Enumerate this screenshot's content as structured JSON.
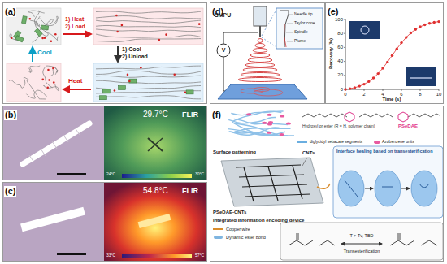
{
  "diagram": {
    "nodes": [
      {
        "text": [
          "(a)"
        ]
      },
      {
        "text": [
          "(b)"
        ]
      },
      {
        "text": [
          "(c)"
        ]
      },
      {
        "text": [
          "(d)"
        ]
      },
      {
        "text": [
          "(e)"
        ]
      },
      {
        "text": [
          "(f)"
        ]
      }
    ],
    "labels": [
      "1) Heat",
      "2) Load",
      "Cool",
      "1) Cool",
      "2) Unload",
      "Heat",
      "29.7°C",
      "FLIR",
      "24°C",
      "30°C",
      "54.8°C",
      "FLIR",
      "33°C",
      "57°C",
      "SMPU",
      "V",
      "Needle tip",
      "Taylor cone",
      "Spindle",
      "Plume",
      "0",
      "20",
      "40",
      "60",
      "80",
      "100",
      "0",
      "2",
      "4",
      "6",
      "8",
      "10",
      "Recovery (%)",
      "Time (s)",
      "PSeDAE",
      "Hydroxyl or ester (R = H, polymer chain)",
      "Surface patterning",
      "CNTs",
      "PSeDAE-CNTs",
      "Integrated information encoding device",
      "Interface healing based on transesterification",
      "T > Tv, TBD",
      "Transesterification"
    ],
    "legend": [
      {
        "text": "diglycidyl sebacate segments"
      },
      {
        "text": "Azobenzene units"
      },
      {
        "text": "Copper wire"
      },
      {
        "text": "Dynamic ester bond"
      }
    ]
  }
}
